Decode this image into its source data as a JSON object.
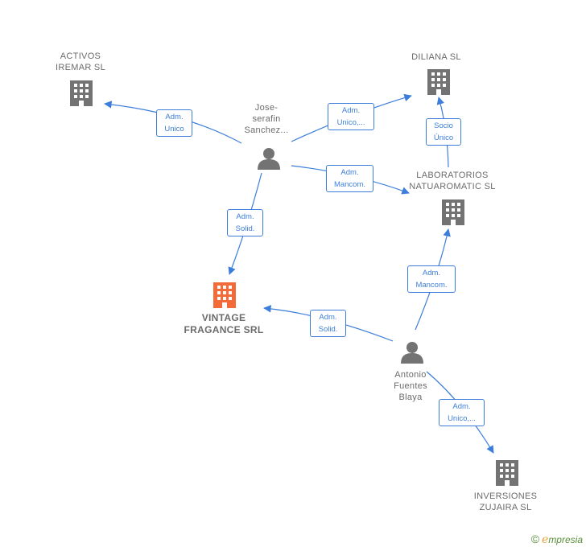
{
  "colors": {
    "edge": "#3d7edb",
    "company": "#737373",
    "center_company": "#f26b38",
    "person": "#737373",
    "text": "#6b6b6b"
  },
  "nodes": {
    "activos": {
      "line1": "ACTIVOS",
      "line2": "IREMAR  SL",
      "icon": "building-icon"
    },
    "diliana": {
      "line1": "DILIANA  SL",
      "icon": "building-icon"
    },
    "laboratorios": {
      "line1": "LABORATORIOS",
      "line2": "NATUAROMATIC SL",
      "icon": "building-icon"
    },
    "vintage": {
      "line1": "VINTAGE",
      "line2": "FRAGANCE SRL",
      "icon": "building-icon"
    },
    "inversiones": {
      "line1": "INVERSIONES",
      "line2": "ZUJAIRA  SL",
      "icon": "building-icon"
    },
    "jose": {
      "line1": "Jose-",
      "line2": "serafin",
      "line3": "Sanchez...",
      "icon": "person-icon"
    },
    "antonio": {
      "line1": "Antonio",
      "line2": "Fuentes",
      "line3": "Blaya",
      "icon": "person-icon"
    }
  },
  "edges": {
    "jose_activos": {
      "line1": "Adm.",
      "line2": "Unico"
    },
    "jose_diliana": {
      "line1": "Adm.",
      "line2": "Unico,..."
    },
    "jose_laboratorios": {
      "line1": "Adm.",
      "line2": "Mancom."
    },
    "jose_vintage": {
      "line1": "Adm.",
      "line2": "Solid."
    },
    "lab_diliana": {
      "line1": "Socio",
      "line2": "Único"
    },
    "antonio_laboratorios": {
      "line1": "Adm.",
      "line2": "Mancom."
    },
    "antonio_vintage": {
      "line1": "Adm.",
      "line2": "Solid."
    },
    "antonio_inversiones": {
      "line1": "Adm.",
      "line2": "Unico,..."
    }
  },
  "brand": {
    "copyright": "©",
    "e": "e",
    "rest": "mpresia"
  }
}
